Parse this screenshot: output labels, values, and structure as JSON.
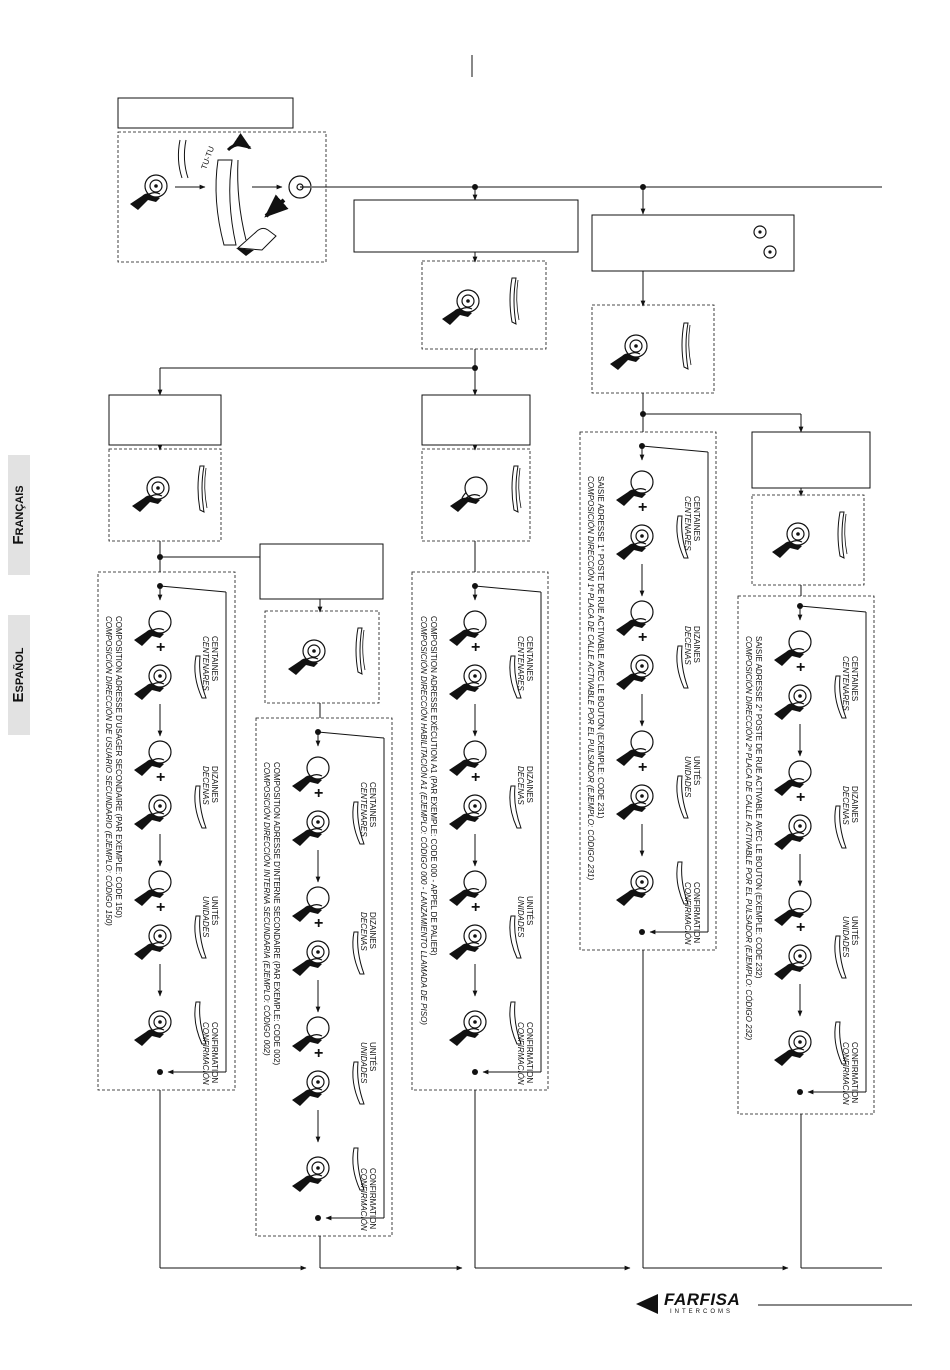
{
  "tabs": {
    "francais": "Français",
    "espanol": "Español"
  },
  "steps": {
    "tu_tu": "TU-TU"
  },
  "columns": [
    {
      "id": "col1",
      "title_fr": "Composition adresse d'usager secondaire (par exemple: code 150)",
      "title_es": "Composición dirección de usuario secundario (ejemplo: código 150)",
      "digits": [
        {
          "fr": "Centaines",
          "es": "Centenares"
        },
        {
          "fr": "Dizaines",
          "es": "Decenas"
        },
        {
          "fr": "Unités",
          "es": "Unidades"
        },
        {
          "fr": "Confirmation",
          "es": "Confirmación"
        }
      ]
    },
    {
      "id": "col2",
      "title_fr": "Composition adresse d'interne secondaire (par exemple: code 002)",
      "title_es": "Composición dirección interna secundaria (ejemplo: código 002)",
      "digits": [
        {
          "fr": "Centaines",
          "es": "Centenares"
        },
        {
          "fr": "Dizaines",
          "es": "Decenas"
        },
        {
          "fr": "Unités",
          "es": "Unidades"
        },
        {
          "fr": "Confirmation",
          "es": "Confirmación"
        }
      ]
    },
    {
      "id": "col3",
      "title_fr": "Composition adresse exécution A1 (par exemple: code 000 - appel de palier)",
      "title_es": "Composición dirección habilitación A1 (ejemplo: código 000 - lanzamiento llamada de piso)",
      "digits": [
        {
          "fr": "Centaines",
          "es": "Centenares"
        },
        {
          "fr": "Dizaines",
          "es": "Decenas"
        },
        {
          "fr": "Unités",
          "es": "Unidades"
        },
        {
          "fr": "Confirmation",
          "es": "Confirmación"
        }
      ]
    },
    {
      "id": "col4",
      "title_fr": "Saisie adresse 1° poste de rue activable avec le bouton (exemple: code 231)",
      "title_es": "Composición dirección 1ª placa de calle activable por el pulsador (ejemplo: código 231)",
      "digits": [
        {
          "fr": "Centaines",
          "es": "Centenares"
        },
        {
          "fr": "Dizaines",
          "es": "Decenas"
        },
        {
          "fr": "Unités",
          "es": "Unidades"
        },
        {
          "fr": "Confirmation",
          "es": "Confirmación"
        }
      ]
    },
    {
      "id": "col5",
      "title_fr": "Saisie adresse 2° poste de rue activable avec le bouton (exemple: code 232)",
      "title_es": "Composición dirección 2ª placa de calle activable por el pulsador (ejemplo: código 232)",
      "digits": [
        {
          "fr": "Centaines",
          "es": "Centenares"
        },
        {
          "fr": "Dizaines",
          "es": "Decenas"
        },
        {
          "fr": "Unités",
          "es": "Unidades"
        },
        {
          "fr": "Confirmation",
          "es": "Confirmación"
        }
      ]
    }
  ],
  "logo": {
    "brand": "FARFISA",
    "sub": "INTERCOMS"
  },
  "colors": {
    "line": "#111111",
    "tab_bg": "#e2e2e2"
  }
}
